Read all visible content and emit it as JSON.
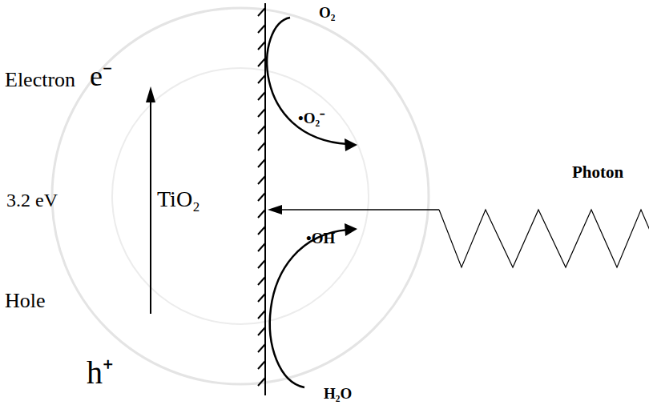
{
  "diagram": {
    "labels": [
      "Electron",
      "e⁻",
      "3.2 eV",
      "TiO₂",
      "Hole",
      "h⁺",
      "O₂",
      "•O₂⁻",
      "•OH",
      "H₂O",
      "Photon"
    ]
  }
}
